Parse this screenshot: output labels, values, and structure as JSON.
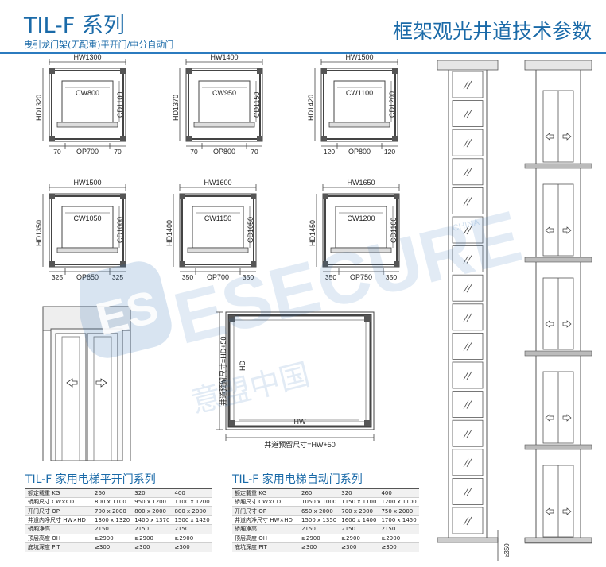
{
  "header": {
    "title": "TIL-F 系列",
    "subtitle": "曳引龙门架(无配重)平开门/中分自动门",
    "right_title": "框架观光井道技术参数"
  },
  "plans": [
    {
      "hw": "HW1300",
      "hd": "HD1320",
      "cw": "CW800",
      "cd": "CD1100",
      "left": "70",
      "op": "OP700",
      "right": "70"
    },
    {
      "hw": "HW1400",
      "hd": "HD1370",
      "cw": "CW950",
      "cd": "CD1150",
      "left": "70",
      "op": "OP800",
      "right": "70"
    },
    {
      "hw": "HW1500",
      "hd": "HD1420",
      "cw": "CW1100",
      "cd": "CD1200",
      "left": "120",
      "op": "OP800",
      "right": "120"
    },
    {
      "hw": "HW1500",
      "hd": "HD1350",
      "cw": "CW1050",
      "cd": "CD1000",
      "left": "325",
      "op": "OP650",
      "right": "325"
    },
    {
      "hw": "HW1600",
      "hd": "HD1400",
      "cw": "CW1150",
      "cd": "CD1050",
      "left": "350",
      "op": "OP700",
      "right": "350"
    },
    {
      "hw": "HW1650",
      "hd": "HD1450",
      "cw": "CW1200",
      "cd": "CD1100",
      "left": "350",
      "op": "OP750",
      "right": "350"
    }
  ],
  "shaft_plan": {
    "hd_label": "HD",
    "hw_label": "HW",
    "vertical_dim": "井道预留尺寸=HD+50",
    "horizontal_dim": "井道预留尺寸=HW+50"
  },
  "elevation": {
    "pit_dim": "≥350"
  },
  "watermark": {
    "brand": "ESECURE",
    "brand_small": "CHINA",
    "brand_cn": "意盟中国"
  },
  "tables": [
    {
      "title": "TIL-F 家用电梯平开门系列",
      "rows": [
        {
          "label": "额定载重 KG",
          "values": [
            "260",
            "320",
            "400"
          ]
        },
        {
          "label": "轿厢尺寸 CW×CD",
          "values": [
            "800 x 1100",
            "950 x 1200",
            "1100 x 1200"
          ]
        },
        {
          "label": "开门尺寸 OP",
          "values": [
            "700 x 2000",
            "800 x 2000",
            "800 x 2000"
          ]
        },
        {
          "label": "井道内净尺寸 HW×HD",
          "values": [
            "1300 x 1320",
            "1400 x 1370",
            "1500 x 1420"
          ]
        },
        {
          "label": "轿厢净高",
          "values": [
            "2150",
            "2150",
            "2150"
          ]
        },
        {
          "label": "顶层高度 OH",
          "values": [
            "≥2900",
            "≥2900",
            "≥2900"
          ]
        },
        {
          "label": "底坑深度 PIT",
          "values": [
            "≥300",
            "≥300",
            "≥300"
          ]
        }
      ]
    },
    {
      "title": "TIL-F 家用电梯自动门系列",
      "rows": [
        {
          "label": "额定载重 KG",
          "values": [
            "260",
            "320",
            "400"
          ]
        },
        {
          "label": "轿厢尺寸 CW×CD",
          "values": [
            "1050 x 1000",
            "1150 x 1100",
            "1200 x 1100"
          ]
        },
        {
          "label": "开门尺寸 OP",
          "values": [
            "650 x 2000",
            "700 x 2000",
            "750 x 2000"
          ]
        },
        {
          "label": "井道内净尺寸 HW×HD",
          "values": [
            "1500 x 1350",
            "1600 x 1400",
            "1700 x 1450"
          ]
        },
        {
          "label": "轿厢净高",
          "values": [
            "2150",
            "2150",
            "2150"
          ]
        },
        {
          "label": "顶层高度 OH",
          "values": [
            "≥2900",
            "≥2900",
            "≥2900"
          ]
        },
        {
          "label": "底坑深度 PIT",
          "values": [
            "≥300",
            "≥300",
            "≥300"
          ]
        }
      ]
    }
  ]
}
